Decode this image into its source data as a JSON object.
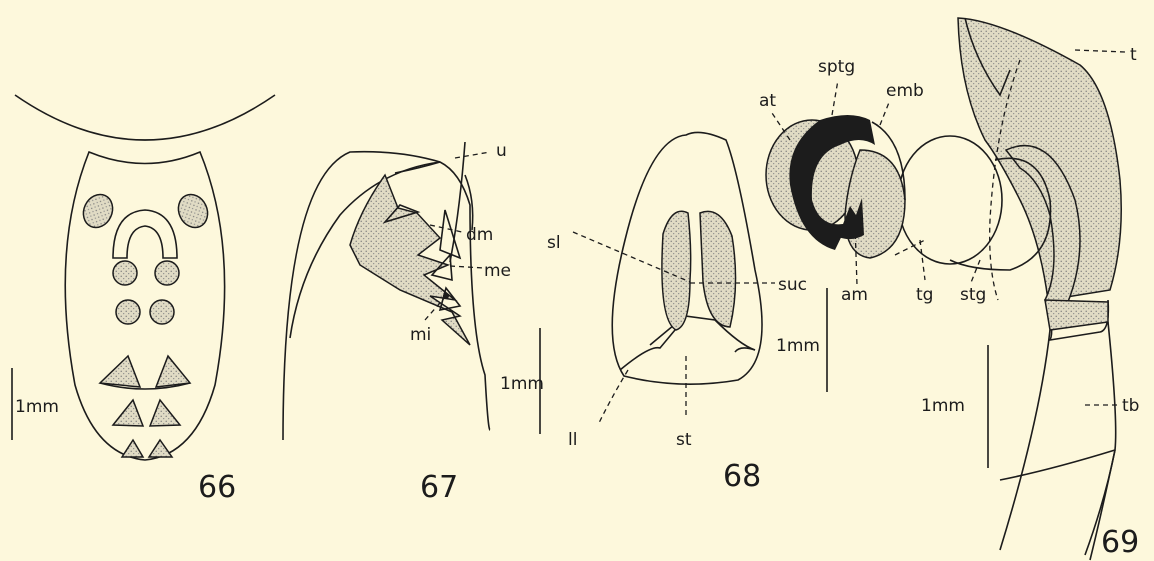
{
  "figures": [
    {
      "number": "66",
      "scale": "1mm"
    },
    {
      "number": "67",
      "scale": "1mm",
      "labels": [
        "u",
        "dm",
        "me",
        "mi"
      ]
    },
    {
      "number": "68",
      "scale": "1mm",
      "labels": [
        "sl",
        "suc",
        "ll",
        "st"
      ]
    },
    {
      "number": "69",
      "scale": "1mm",
      "labels": [
        "t",
        "sptg",
        "at",
        "emb",
        "am",
        "tg",
        "stg",
        "tb"
      ]
    }
  ],
  "colors": {
    "paper": "#fdf8dc",
    "ink": "#1c1c1c",
    "stipple": "#e0dbc4"
  }
}
